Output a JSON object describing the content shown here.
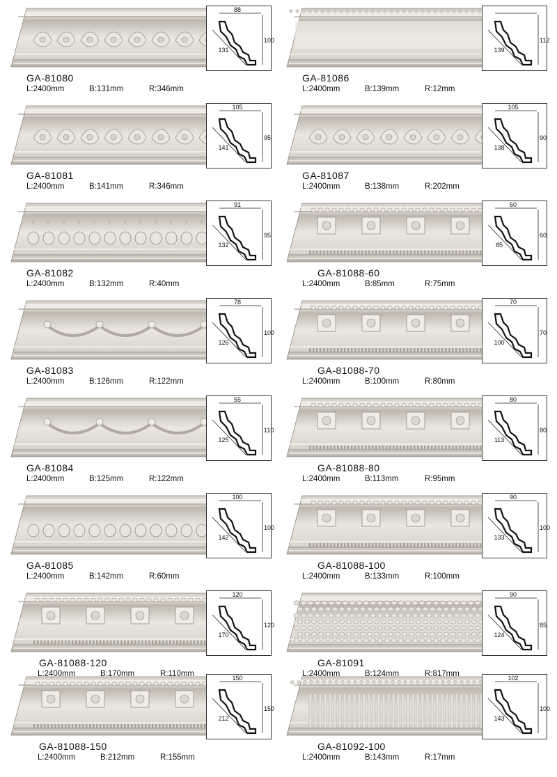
{
  "products": [
    {
      "code": "GA-81080",
      "length": "L:2400mm",
      "b": "B:131mm",
      "r": "R:346mm",
      "top": "88",
      "side": "100",
      "diag": "131",
      "pattern": "acanthus",
      "col": 0,
      "row": 0
    },
    {
      "code": "GA-81086",
      "length": "L:2400mm",
      "b": "B:139mm",
      "r": "R:12mm",
      "top": "",
      "side": "112",
      "diag": "139",
      "pattern": "cove",
      "col": 1,
      "row": 0
    },
    {
      "code": "GA-81081",
      "length": "L:2400mm",
      "b": "B:141mm",
      "r": "R:346mm",
      "top": "105",
      "side": "95",
      "diag": "141",
      "pattern": "scroll",
      "col": 0,
      "row": 1
    },
    {
      "code": "GA-81087",
      "length": "L:2400mm",
      "b": "B:138mm",
      "r": "R:202mm",
      "top": "105",
      "side": "90",
      "diag": "138",
      "pattern": "rosette",
      "col": 1,
      "row": 1
    },
    {
      "code": "GA-81082",
      "length": "L:2400mm",
      "b": "B:132mm",
      "r": "R:40mm",
      "top": "91",
      "side": "95",
      "diag": "132",
      "pattern": "egg",
      "col": 0,
      "row": 2
    },
    {
      "code": "GA-81088-60",
      "length": "L:2400mm",
      "b": "B:85mm",
      "r": "R:75mm",
      "top": "60",
      "side": "60",
      "diag": "85",
      "pattern": "dentil",
      "col": 1,
      "row": 2
    },
    {
      "code": "GA-81083",
      "length": "L:2400mm",
      "b": "B:126mm",
      "r": "R:122mm",
      "top": "78",
      "side": "100",
      "diag": "126",
      "pattern": "swag",
      "col": 0,
      "row": 3
    },
    {
      "code": "GA-81088-70",
      "length": "L:2400mm",
      "b": "B:100mm",
      "r": "R:80mm",
      "top": "70",
      "side": "70",
      "diag": "100",
      "pattern": "dentil",
      "col": 1,
      "row": 3
    },
    {
      "code": "GA-81084",
      "length": "L:2400mm",
      "b": "B:125mm",
      "r": "R:122mm",
      "top": "55",
      "side": "110",
      "diag": "125",
      "pattern": "swag2",
      "col": 0,
      "row": 4
    },
    {
      "code": "GA-81088-80",
      "length": "L:2400mm",
      "b": "B:113mm",
      "r": "R:95mm",
      "top": "80",
      "side": "80",
      "diag": "113",
      "pattern": "dentil",
      "col": 1,
      "row": 4
    },
    {
      "code": "GA-81085",
      "length": "L:2400mm",
      "b": "B:142mm",
      "r": "R:60mm",
      "top": "100",
      "side": "100",
      "diag": "142",
      "pattern": "egg2",
      "col": 0,
      "row": 5
    },
    {
      "code": "GA-81088-100",
      "length": "L:2400mm",
      "b": "B:133mm",
      "r": "R:100mm",
      "top": "90",
      "side": "100",
      "diag": "133",
      "pattern": "dentil",
      "col": 1,
      "row": 5
    },
    {
      "code": "GA-81088-120",
      "length": "L:2400mm",
      "b": "B:170mm",
      "r": "R:110mm",
      "top": "120",
      "side": "120",
      "diag": "170",
      "pattern": "dentil",
      "col": 0,
      "row": 6
    },
    {
      "code": "GA-81091",
      "length": "L:2400mm",
      "b": "B:124mm",
      "r": "R:817mm",
      "top": "90",
      "side": "85",
      "diag": "124",
      "pattern": "cobble",
      "col": 1,
      "row": 6
    },
    {
      "code": "GA-81088-150",
      "length": "L:2400mm",
      "b": "B:212mm",
      "r": "R:155mm",
      "top": "150",
      "side": "150",
      "diag": "212",
      "pattern": "dentil",
      "col": 0,
      "row": 7
    },
    {
      "code": "GA-81092-100",
      "length": "L:2400mm",
      "b": "B:143mm",
      "r": "R:17mm",
      "top": "102",
      "side": "100",
      "diag": "143",
      "pattern": "flute",
      "col": 1,
      "row": 7
    }
  ]
}
